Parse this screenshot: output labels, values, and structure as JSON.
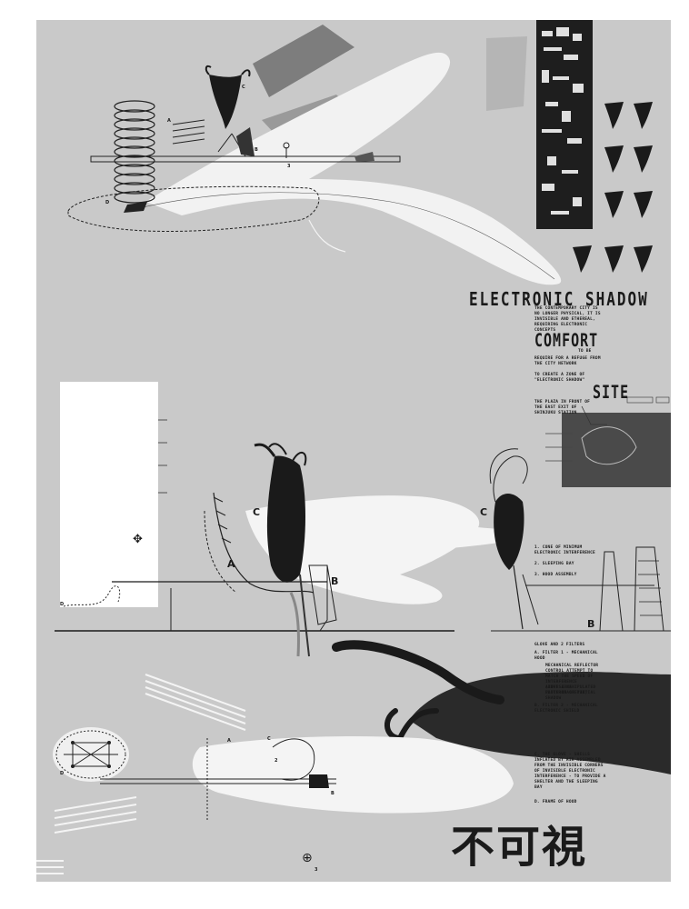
{
  "header": {
    "title": "ELECTRONIC SHADOW",
    "intro": "THE CONTEMPORARY CITY IS NO LONGER PHYSICAL, IT IS INVISIBLE AND ETHEREAL, REQUIRING ELECTRONIC CONCEPTS"
  },
  "comfort": {
    "heading": "COMFORT",
    "line1": "TO BE",
    "line2": "REQUIRE FOR A REFUGE FROM THE CITY NETWORK",
    "line3": "TO CREATE A ZONE OF \"ELECTRONIC SHADOW\""
  },
  "site": {
    "heading": "SITE",
    "description": "THE PLAZA IN FRONT OF THE EAST EXIT OF SHINJUKU STATION"
  },
  "legend_c": {
    "items": [
      "1. CONE OF MINIMUM ELECTRONIC INTERFERENCE",
      "2. SLEEPING BAY",
      "3. HOOD ASSEMBLY"
    ]
  },
  "gloves": {
    "heading": "GLOVE AND 2 FILTERS",
    "filter1_title": "A. FILTER 1 - MECHANICAL HOOD",
    "filter1_body": "MECHANICAL REFLECTOR CONTROL ATTEMPT TO MATCH THE SPEED OF INTERFERENCE (INVISIBLE ELECTROMAGNETIC)",
    "filter1_extra": "ABOVE A MANIPULATED PATTERNS OF PARTIAL SHADOW",
    "filter2_title": "B. FILTER 2 - MECHANICAL ELECTRONIC SHIELD",
    "glove_title": "C. THE GLOVE - SHELLS INFLATED BY AIR ASSEMBLED FROM THE INVISIBLE CORNERS OF INVISIBLE ELECTRONIC INTERFERENCE - TO PROVIDE A SHELTER AND THE SLEEPING BAY",
    "frame": "D. FRAME OF HOOD"
  },
  "labels": {
    "a": "A",
    "b": "B",
    "c": "C",
    "d": "D",
    "three": "3",
    "two": "2"
  },
  "kanji": "不可視",
  "page_number": "3",
  "colors": {
    "paper": "#c9c9c9",
    "ink": "#1a1a1a",
    "white_shape": "#f2f2f2",
    "site_map": "#4a4a4a"
  },
  "icons": [
    "move-arrows-icon",
    "north-arrow-icon"
  ]
}
